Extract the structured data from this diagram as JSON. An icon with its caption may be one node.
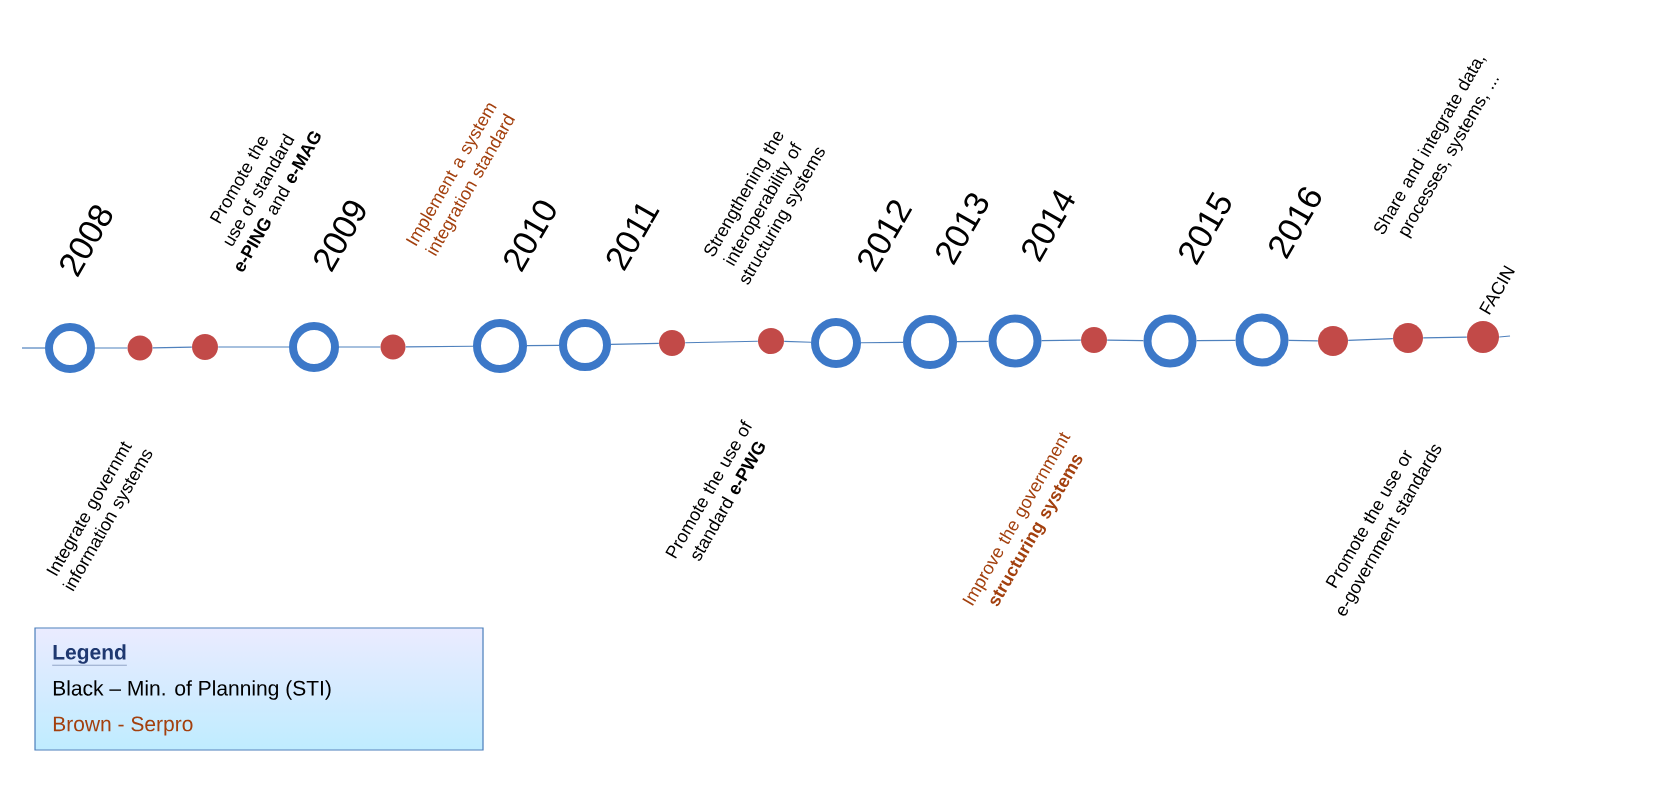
{
  "diagram": {
    "nodes": [
      {
        "text": [
          "2008"
        ]
      },
      {
        "text": [],
        "shape": "circle"
      },
      {
        "text": [],
        "shape": "circle"
      },
      {
        "text": [
          "2009"
        ]
      },
      {
        "text": [],
        "shape": "circle"
      },
      {
        "text": [
          "2010"
        ]
      },
      {
        "text": [
          "2011"
        ]
      },
      {
        "text": [],
        "shape": "circle"
      },
      {
        "text": [],
        "shape": "circle"
      },
      {
        "text": [
          "2012"
        ]
      },
      {
        "text": [
          "2013"
        ]
      },
      {
        "text": [
          "2014"
        ]
      },
      {
        "text": [],
        "shape": "circle"
      },
      {
        "text": [
          "2015"
        ]
      },
      {
        "text": [
          "2016"
        ]
      },
      {
        "text": [],
        "shape": "circle"
      },
      {
        "text": [],
        "shape": "circle"
      },
      {
        "text": [],
        "shape": "circle"
      }
    ],
    "edges": [
      {
        "from": 0,
        "to": 1,
        "arrow": "none"
      },
      {
        "from": 1,
        "to": 2,
        "arrow": "none"
      },
      {
        "from": 2,
        "to": 3,
        "arrow": "none"
      },
      {
        "from": 3,
        "to": 4,
        "arrow": "none"
      },
      {
        "from": 4,
        "to": 5,
        "arrow": "none"
      },
      {
        "from": 5,
        "to": 6,
        "arrow": "none"
      },
      {
        "from": 6,
        "to": 7,
        "arrow": "none"
      },
      {
        "from": 7,
        "to": 8,
        "arrow": "none"
      },
      {
        "from": 8,
        "to": 9,
        "arrow": "none"
      },
      {
        "from": 9,
        "to": 10,
        "arrow": "none"
      },
      {
        "from": 10,
        "to": 11,
        "arrow": "none"
      },
      {
        "from": 11,
        "to": 12,
        "arrow": "none"
      },
      {
        "from": 12,
        "to": 13,
        "arrow": "none"
      },
      {
        "from": 13,
        "to": 14,
        "arrow": "none"
      },
      {
        "from": 14,
        "to": 15,
        "arrow": "none"
      },
      {
        "from": 15,
        "to": 16,
        "arrow": "none"
      },
      {
        "from": 16,
        "to": 17,
        "arrow": "none"
      }
    ],
    "labels": [
      "Integrate  governmt information systems",
      "Promote the use of standard **e-PING** and **e-MAG**",
      "Implement a system integration standard",
      "Promote the use of standard **e-PWG**",
      "Strengthening the interoperability of structuring systems",
      "Improve the government **structuring systems**",
      "Promote the use or e-government standards",
      "Share and integrate data, processes,  systems, ...",
      "FACIN",
      "Legend"
    ],
    "legend": [
      {
        "text": "Black – Min. of Planning (STI)"
      },
      {
        "text": "Brown - Serpro"
      }
    ]
  }
}
